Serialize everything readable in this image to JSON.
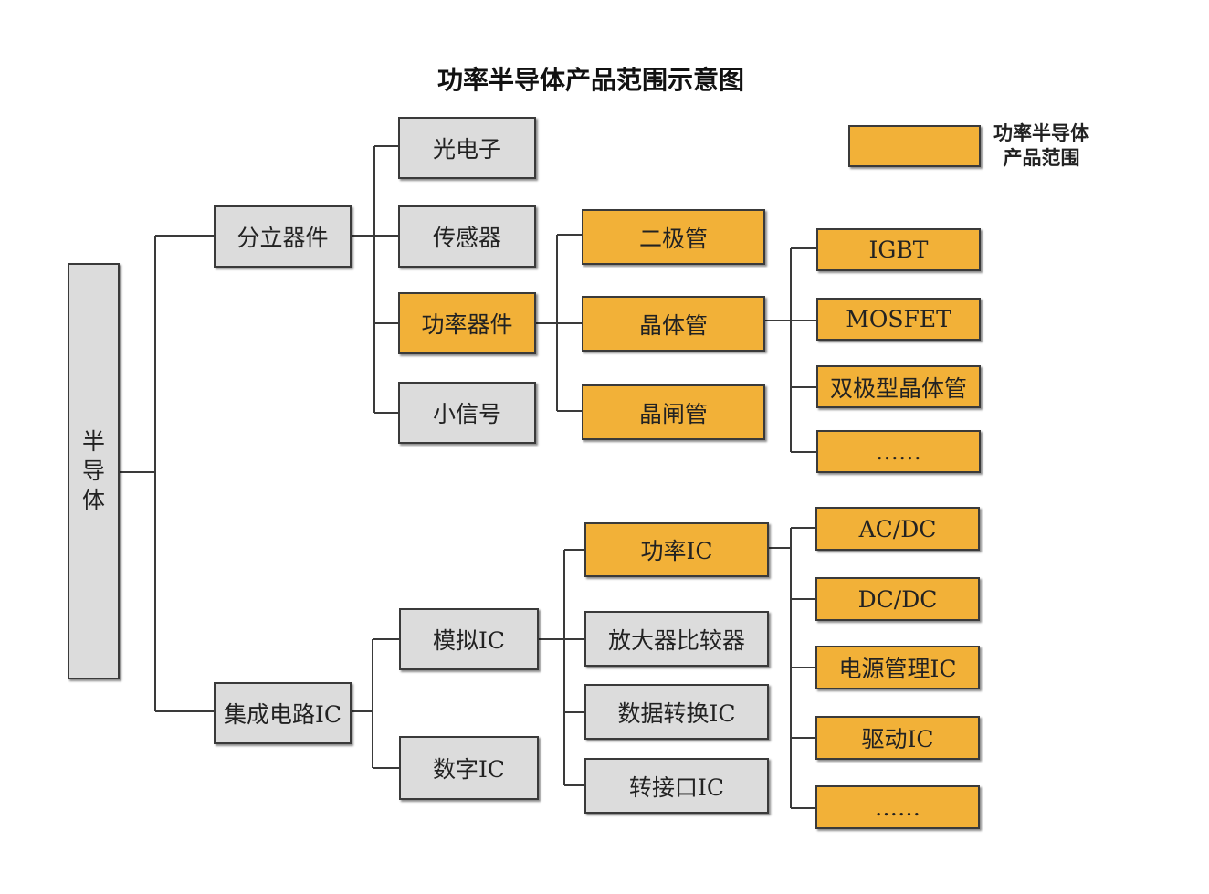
{
  "title": "功率半导体产品范围示意图",
  "colors": {
    "highlight": "#f2b138",
    "neutral": "#dcdcdc",
    "line": "#3a3a3a"
  },
  "legend": {
    "line1": "功率半导体",
    "line2": "产品范围"
  },
  "tree": {
    "root": [
      "半",
      "导",
      "体"
    ],
    "discrete": "分立器件",
    "ic": "集成电路IC",
    "optoelectronics": "光电子",
    "sensor": "传感器",
    "power_device": "功率器件",
    "small_signal": "小信号",
    "diode": "二极管",
    "transistor": "晶体管",
    "thyristor": "晶闸管",
    "igbt": "IGBT",
    "mosfet": "MOSFET",
    "bjt": "双极型晶体管",
    "transistor_more": "……",
    "analog_ic": "模拟IC",
    "digital_ic": "数字IC",
    "power_ic": "功率IC",
    "amp_comparator": "放大器比较器",
    "data_converter": "数据转换IC",
    "interface_ic": "转接口IC",
    "acdc": "AC/DC",
    "dcdc": "DC/DC",
    "pmic": "电源管理IC",
    "driver_ic": "驱动IC",
    "power_ic_more": "……"
  }
}
